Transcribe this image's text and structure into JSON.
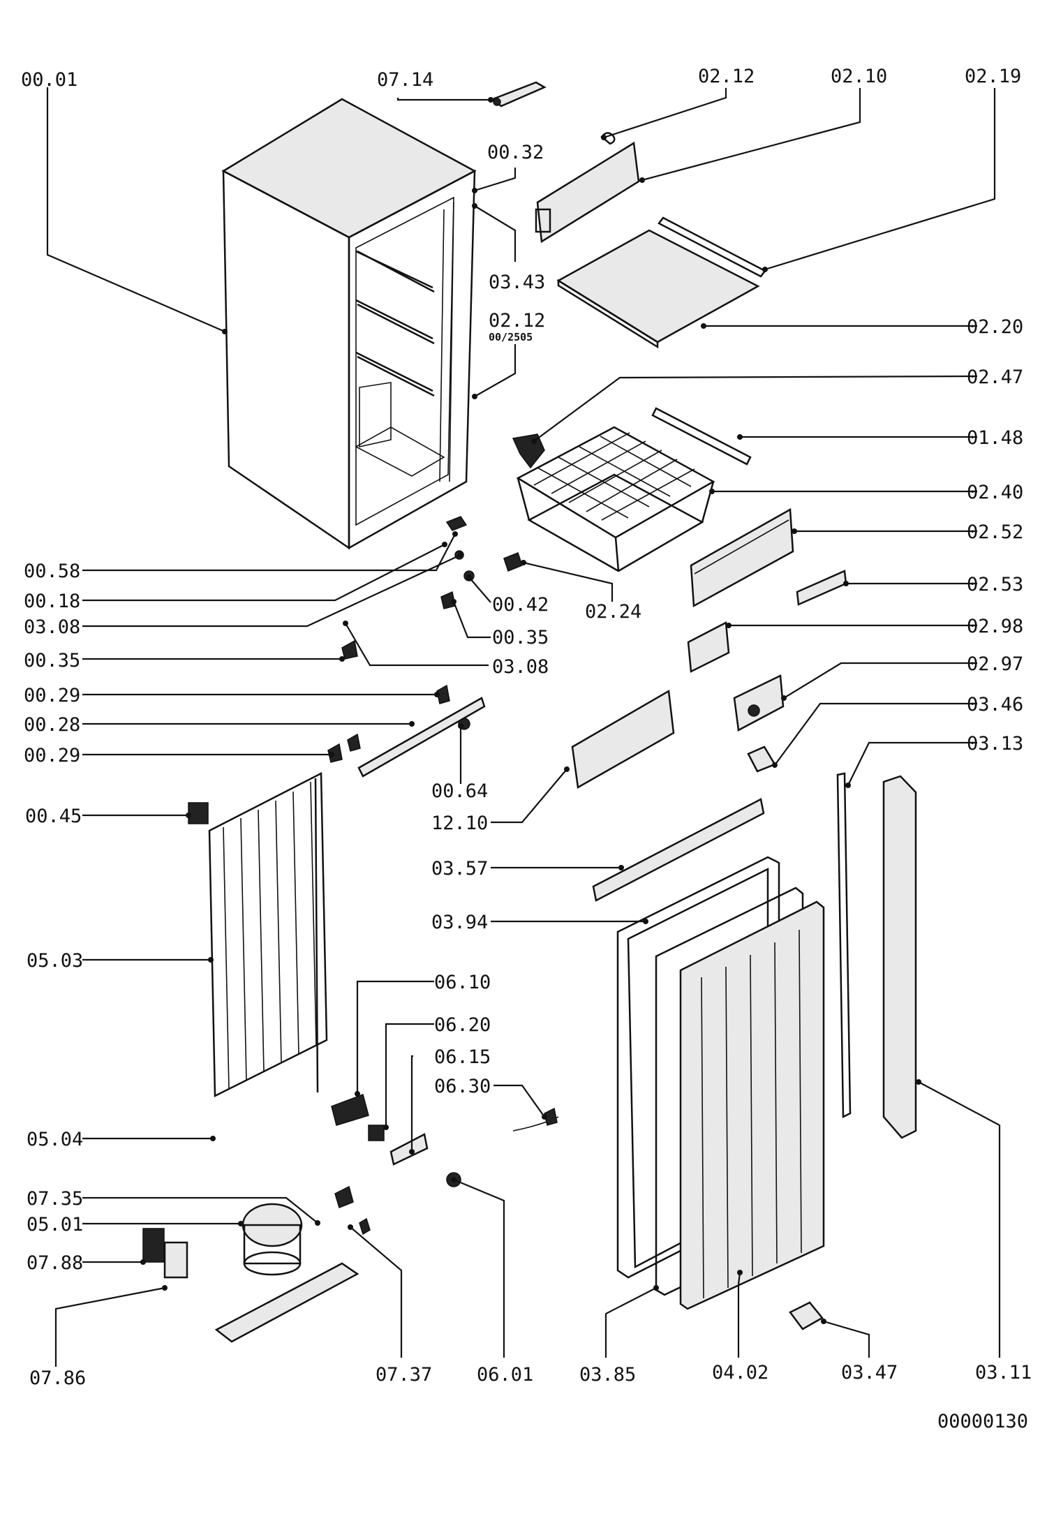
{
  "diagram": {
    "type": "exploded parts diagram",
    "drawing_number": "00000130",
    "callouts": [
      {
        "id": "00.01",
        "text": "00.01"
      },
      {
        "id": "07.14",
        "text": "07.14"
      },
      {
        "id": "02.12",
        "text": "02.12"
      },
      {
        "id": "02.10",
        "text": "02.10"
      },
      {
        "id": "02.19",
        "text": "02.19"
      },
      {
        "id": "00.32",
        "text": "00.32"
      },
      {
        "id": "03.43",
        "text": "03.43"
      },
      {
        "id": "02.12b",
        "text": "02.12"
      },
      {
        "id": "00-2505",
        "text": "00/2505"
      },
      {
        "id": "02.20",
        "text": "02.20"
      },
      {
        "id": "02.47",
        "text": "02.47"
      },
      {
        "id": "01.48",
        "text": "01.48"
      },
      {
        "id": "02.40",
        "text": "02.40"
      },
      {
        "id": "02.52",
        "text": "02.52"
      },
      {
        "id": "02.53",
        "text": "02.53"
      },
      {
        "id": "02.98",
        "text": "02.98"
      },
      {
        "id": "02.97",
        "text": "02.97"
      },
      {
        "id": "03.46",
        "text": "03.46"
      },
      {
        "id": "03.13",
        "text": "03.13"
      },
      {
        "id": "00.58",
        "text": "00.58"
      },
      {
        "id": "00.18",
        "text": "00.18"
      },
      {
        "id": "03.08",
        "text": "03.08"
      },
      {
        "id": "00.42",
        "text": "00.42"
      },
      {
        "id": "02.24",
        "text": "02.24"
      },
      {
        "id": "00.35b",
        "text": "00.35"
      },
      {
        "id": "00.35",
        "text": "00.35"
      },
      {
        "id": "03.08b",
        "text": "03.08"
      },
      {
        "id": "00.29",
        "text": "00.29"
      },
      {
        "id": "00.28",
        "text": "00.28"
      },
      {
        "id": "00.29b",
        "text": "00.29"
      },
      {
        "id": "00.64",
        "text": "00.64"
      },
      {
        "id": "12.10",
        "text": "12.10"
      },
      {
        "id": "00.45",
        "text": "00.45"
      },
      {
        "id": "03.57",
        "text": "03.57"
      },
      {
        "id": "03.94",
        "text": "03.94"
      },
      {
        "id": "05.03",
        "text": "05.03"
      },
      {
        "id": "06.10",
        "text": "06.10"
      },
      {
        "id": "06.20",
        "text": "06.20"
      },
      {
        "id": "06.15",
        "text": "06.15"
      },
      {
        "id": "06.30",
        "text": "06.30"
      },
      {
        "id": "05.04",
        "text": "05.04"
      },
      {
        "id": "07.35",
        "text": "07.35"
      },
      {
        "id": "05.01",
        "text": "05.01"
      },
      {
        "id": "07.88",
        "text": "07.88"
      },
      {
        "id": "07.86",
        "text": "07.86"
      },
      {
        "id": "07.37",
        "text": "07.37"
      },
      {
        "id": "06.01",
        "text": "06.01"
      },
      {
        "id": "03.85",
        "text": "03.85"
      },
      {
        "id": "04.02",
        "text": "04.02"
      },
      {
        "id": "03.47",
        "text": "03.47"
      },
      {
        "id": "03.11",
        "text": "03.11"
      }
    ]
  }
}
